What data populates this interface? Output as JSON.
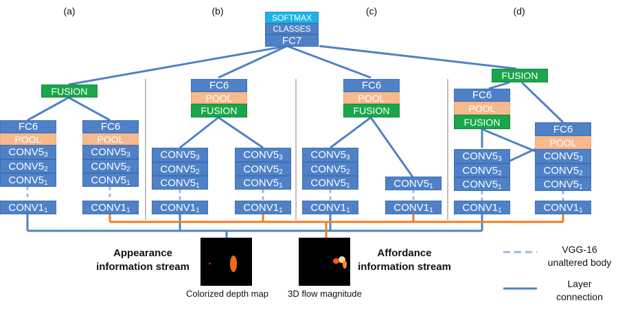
{
  "panels": {
    "a": "(a)",
    "b": "(b)",
    "c": "(c)",
    "d": "(d)"
  },
  "top": {
    "softmax": "SOFTMAX",
    "classes": "CLASSES",
    "fc7": "FC7"
  },
  "layers": {
    "fusion": "FUSION",
    "fc6": "FC6",
    "pool": "POOL",
    "conv5": "CONV5",
    "conv1": "CONV1",
    "sub3": "3",
    "sub2": "2",
    "sub1": "1"
  },
  "streams": {
    "appearance": "Appearance information stream",
    "affordance": "Affordance information stream"
  },
  "captions": {
    "depth": "Colorized depth map",
    "flow": "3D flow magnitude"
  },
  "legend": {
    "dashed": "VGG-16 unaltered body",
    "solid": "Layer connection"
  },
  "colors": {
    "blue": "#4f81c7",
    "pool": "#f7b98e",
    "fusion": "#1aa64a",
    "softmax": "#1eb3e6",
    "orange_line": "#ee7d22",
    "dashed_line": "#9fb6dd"
  }
}
